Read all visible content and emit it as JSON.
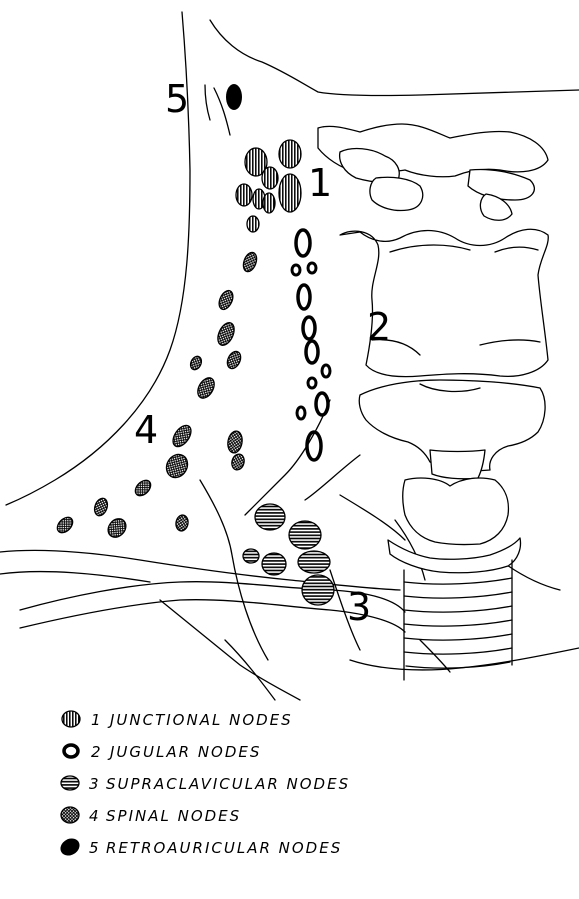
{
  "figure": {
    "group_labels": [
      {
        "id": "junctional",
        "number": "1"
      },
      {
        "id": "jugular",
        "number": "2"
      },
      {
        "id": "supraclavicular",
        "number": "3"
      },
      {
        "id": "spinal",
        "number": "4"
      },
      {
        "id": "retroauricular",
        "number": "5"
      }
    ]
  },
  "legend": {
    "items": [
      {
        "id": "junctional",
        "number": "1",
        "label": "JUNCTIONAL NODES",
        "fill": "vertical-hatch"
      },
      {
        "id": "jugular",
        "number": "2",
        "label": "JUGULAR NODES",
        "fill": "open-ring"
      },
      {
        "id": "supraclavicular",
        "number": "3",
        "label": "SUPRACLAVICULAR NODES",
        "fill": "horizontal-hatch"
      },
      {
        "id": "spinal",
        "number": "4",
        "label": "SPINAL NODES",
        "fill": "cross-hatch"
      },
      {
        "id": "retroauricular",
        "number": "5",
        "label": "RETROAURICULAR NODES",
        "fill": "solid"
      }
    ]
  }
}
